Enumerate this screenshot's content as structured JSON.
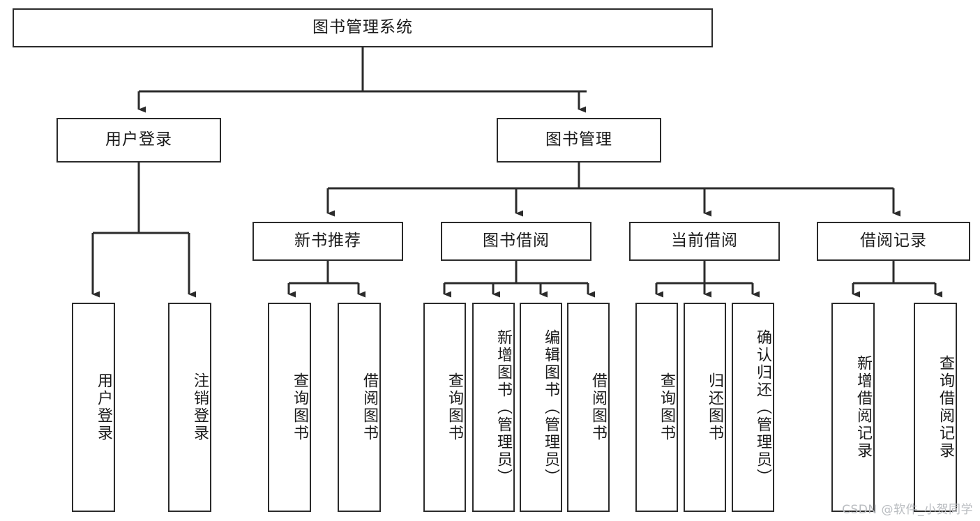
{
  "diagram": {
    "title": "图书管理系统",
    "type": "tree-hierarchy",
    "watermark": "CSDN @软件_小贺同学",
    "colors": {
      "box_border": "#2b2b2b",
      "box_fill": "#ffffff",
      "edge": "#2b2b2b",
      "text": "#1a1a1a",
      "watermark": "#b9bcc0",
      "background": "#ffffff"
    },
    "levels": {
      "root": "图书管理系统",
      "level2": [
        "用户登录",
        "图书管理"
      ],
      "level3": [
        "新书推荐",
        "图书借阅",
        "当前借阅",
        "借阅记录"
      ]
    }
  },
  "nodes": {
    "root": {
      "label": "图书管理系统"
    },
    "user_login": {
      "label": "用户登录"
    },
    "book_manage": {
      "label": "图书管理"
    },
    "new_book_rec": {
      "label": "新书推荐"
    },
    "book_borrow": {
      "label": "图书借阅"
    },
    "current_borrow": {
      "label": "当前借阅"
    },
    "borrow_record": {
      "label": "借阅记录"
    },
    "leaf_user_login": {
      "label": "用户登录"
    },
    "leaf_logout": {
      "label": "注销登录"
    },
    "leaf_query_book_1": {
      "label": "查询图书"
    },
    "leaf_borrow_book_1": {
      "label": "借阅图书"
    },
    "leaf_query_book_2": {
      "label": "查询图书"
    },
    "leaf_add_book": {
      "label": "新增图书（管理员）"
    },
    "leaf_edit_book": {
      "label": "编辑图书（管理员）"
    },
    "leaf_borrow_book_2": {
      "label": "借阅图书"
    },
    "leaf_query_book_3": {
      "label": "查询图书"
    },
    "leaf_return_book": {
      "label": "归还图书"
    },
    "leaf_confirm_return": {
      "label": "确认归还（管理员）"
    },
    "leaf_add_record": {
      "label": "新增借阅记录"
    },
    "leaf_query_record": {
      "label": "查询借阅记录"
    }
  }
}
